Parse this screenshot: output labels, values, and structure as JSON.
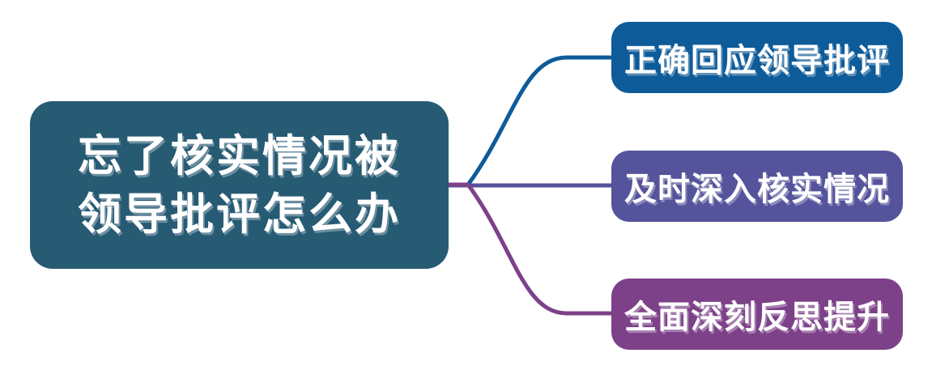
{
  "canvas": {
    "background": "#FFFFFF"
  },
  "mindmap": {
    "root": {
      "label": "忘了核实情况被领导批评怎么办",
      "lines": [
        "忘了核实情况被",
        "领导批评怎么办"
      ],
      "color": "#275A73",
      "text_color": "#FFFFFF"
    },
    "branches": [
      {
        "label": "正确回应领导批评",
        "color": "#0E5B99"
      },
      {
        "label": "及时深入核实情况",
        "color": "#54539C"
      },
      {
        "label": "全面深刻反思提升",
        "color": "#7D4189"
      }
    ]
  }
}
